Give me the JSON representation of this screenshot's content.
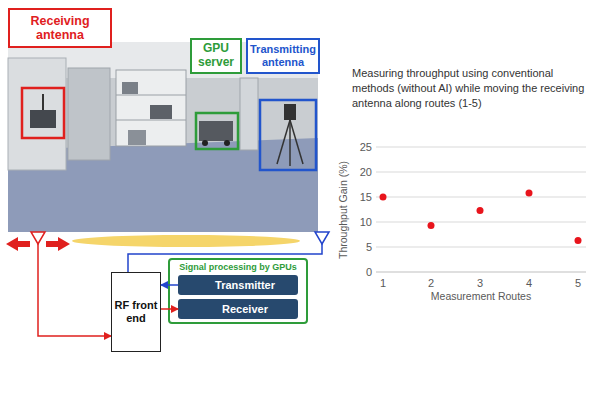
{
  "diagram": {
    "nodes": [
      {
        "text": [
          "Receiving antenna"
        ]
      },
      {
        "text": [
          "GPU server"
        ]
      },
      {
        "text": [
          "Transmitting antenna"
        ]
      },
      {
        "text": [
          "RF front end"
        ]
      },
      {
        "text": [
          "Signal processing by GPUs"
        ]
      },
      {
        "text": [
          "Transmitter"
        ],
        "in": 4
      },
      {
        "text": [
          "Receiver"
        ],
        "in": 4
      }
    ],
    "edges": [
      {
        "from": 5,
        "to": 3,
        "arrow": "to"
      },
      {
        "from": 3,
        "to": 6,
        "arrow": "to"
      }
    ],
    "labels": [
      "Measuring throughput using conventional methods (without AI) while moving the receiving antenna along routes (1-5)",
      "Throughput Gain (%)",
      "25",
      "20",
      "15",
      "10",
      "5",
      "0",
      "1",
      "2",
      "3",
      "4",
      "5",
      "Measurement Routes"
    ]
  }
}
